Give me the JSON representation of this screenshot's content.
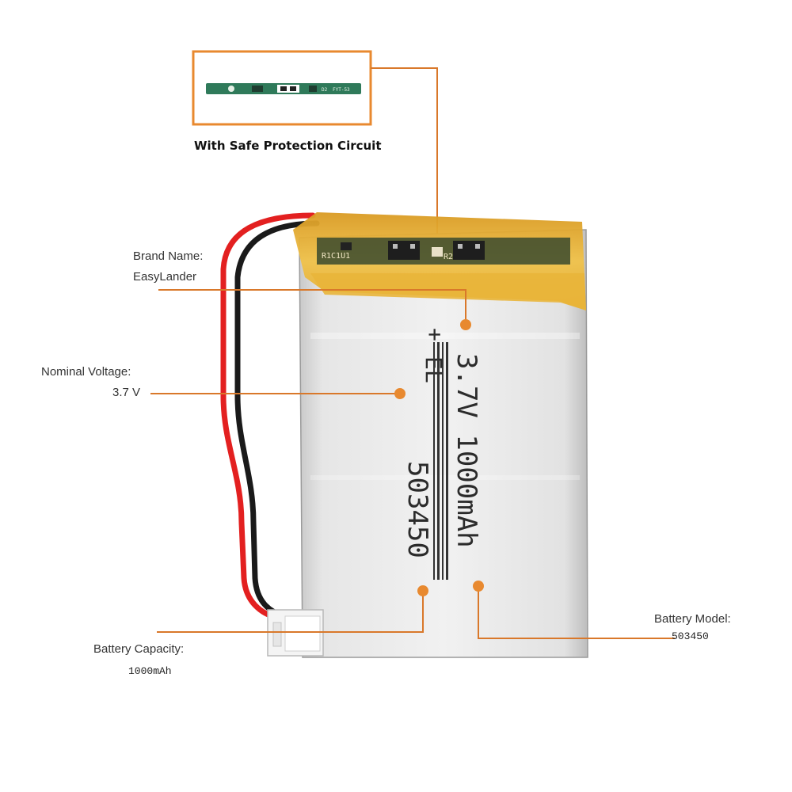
{
  "circuit": {
    "caption": "With Safe Protection Circuit",
    "pcb_text_1": "D2",
    "pcb_text_2": "FYT-53"
  },
  "callouts": {
    "brand": {
      "label": "Brand Name:",
      "value": "EasyLander"
    },
    "voltage": {
      "label": "Nominal Voltage:",
      "value": "3.7 V"
    },
    "capacity": {
      "label": "Battery  Capacity:",
      "value": "1000mAh"
    },
    "model": {
      "label": "Battery Model:",
      "value": "503450"
    }
  },
  "battery_print": {
    "brand_mark": "EL",
    "polarity_plus": "+",
    "polarity_minus": "-",
    "spec_line": "3.7V 1000mAh",
    "model_line": "503450",
    "pcb_labels": [
      "R1C1U1",
      "R2"
    ]
  },
  "colors": {
    "accent_orange": "#e8892f",
    "leader_line": "#d9782a",
    "kapton_tape": "#e9b53a",
    "cell_silver": "#d8d8d8",
    "wire_red": "#e32020",
    "wire_black": "#1a1a1a"
  }
}
